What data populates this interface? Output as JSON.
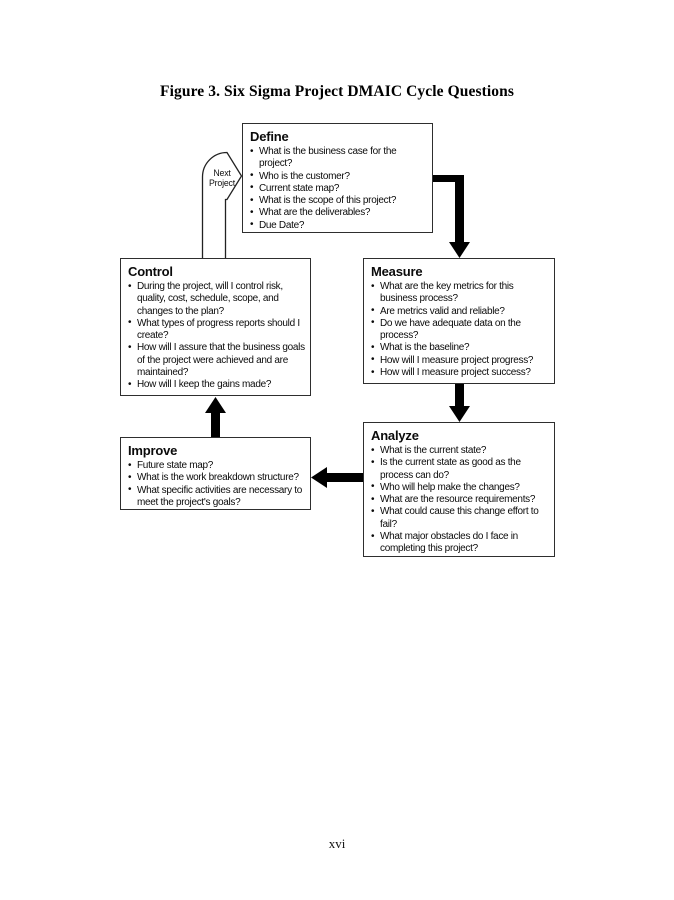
{
  "figure": {
    "title": "Figure 3. Six Sigma Project DMAIC Cycle Questions",
    "page_number": "xvi",
    "next_project": {
      "line1": "Next",
      "line2": "Project"
    },
    "boxes": {
      "define": {
        "title": "Define",
        "questions": [
          "What is the business case for the project?",
          "Who is the customer?",
          "Current state map?",
          "What is the scope of this project?",
          "What are the deliverables?",
          "Due Date?"
        ]
      },
      "measure": {
        "title": "Measure",
        "questions": [
          "What are the key metrics for this business process?",
          "Are metrics valid and reliable?",
          "Do we have adequate data on the process?",
          "What is the baseline?",
          "How will I measure project progress?",
          "How will I measure project success?"
        ]
      },
      "analyze": {
        "title": "Analyze",
        "questions": [
          "What is the current state?",
          "Is the current state as good as the process can do?",
          "Who will help make the changes?",
          "What are the resource requirements?",
          "What could cause this change effort to fail?",
          "What major obstacles do I face in completing this project?"
        ]
      },
      "improve": {
        "title": "Improve",
        "questions": [
          "Future state map?",
          "What is the work breakdown structure?",
          "What specific activities are necessary to meet the project's goals?"
        ]
      },
      "control": {
        "title": "Control",
        "questions": [
          "During the project, will I control risk, quality, cost, schedule, scope, and changes to the plan?",
          "What types of progress reports should I create?",
          "How will I assure that the business goals of the project were achieved and are maintained?",
          "How will I keep the gains made?"
        ]
      }
    },
    "colors": {
      "arrow": "#000000",
      "box_border": "#2e2e2e",
      "text": "#0b0b0b",
      "background": "#ffffff"
    }
  }
}
